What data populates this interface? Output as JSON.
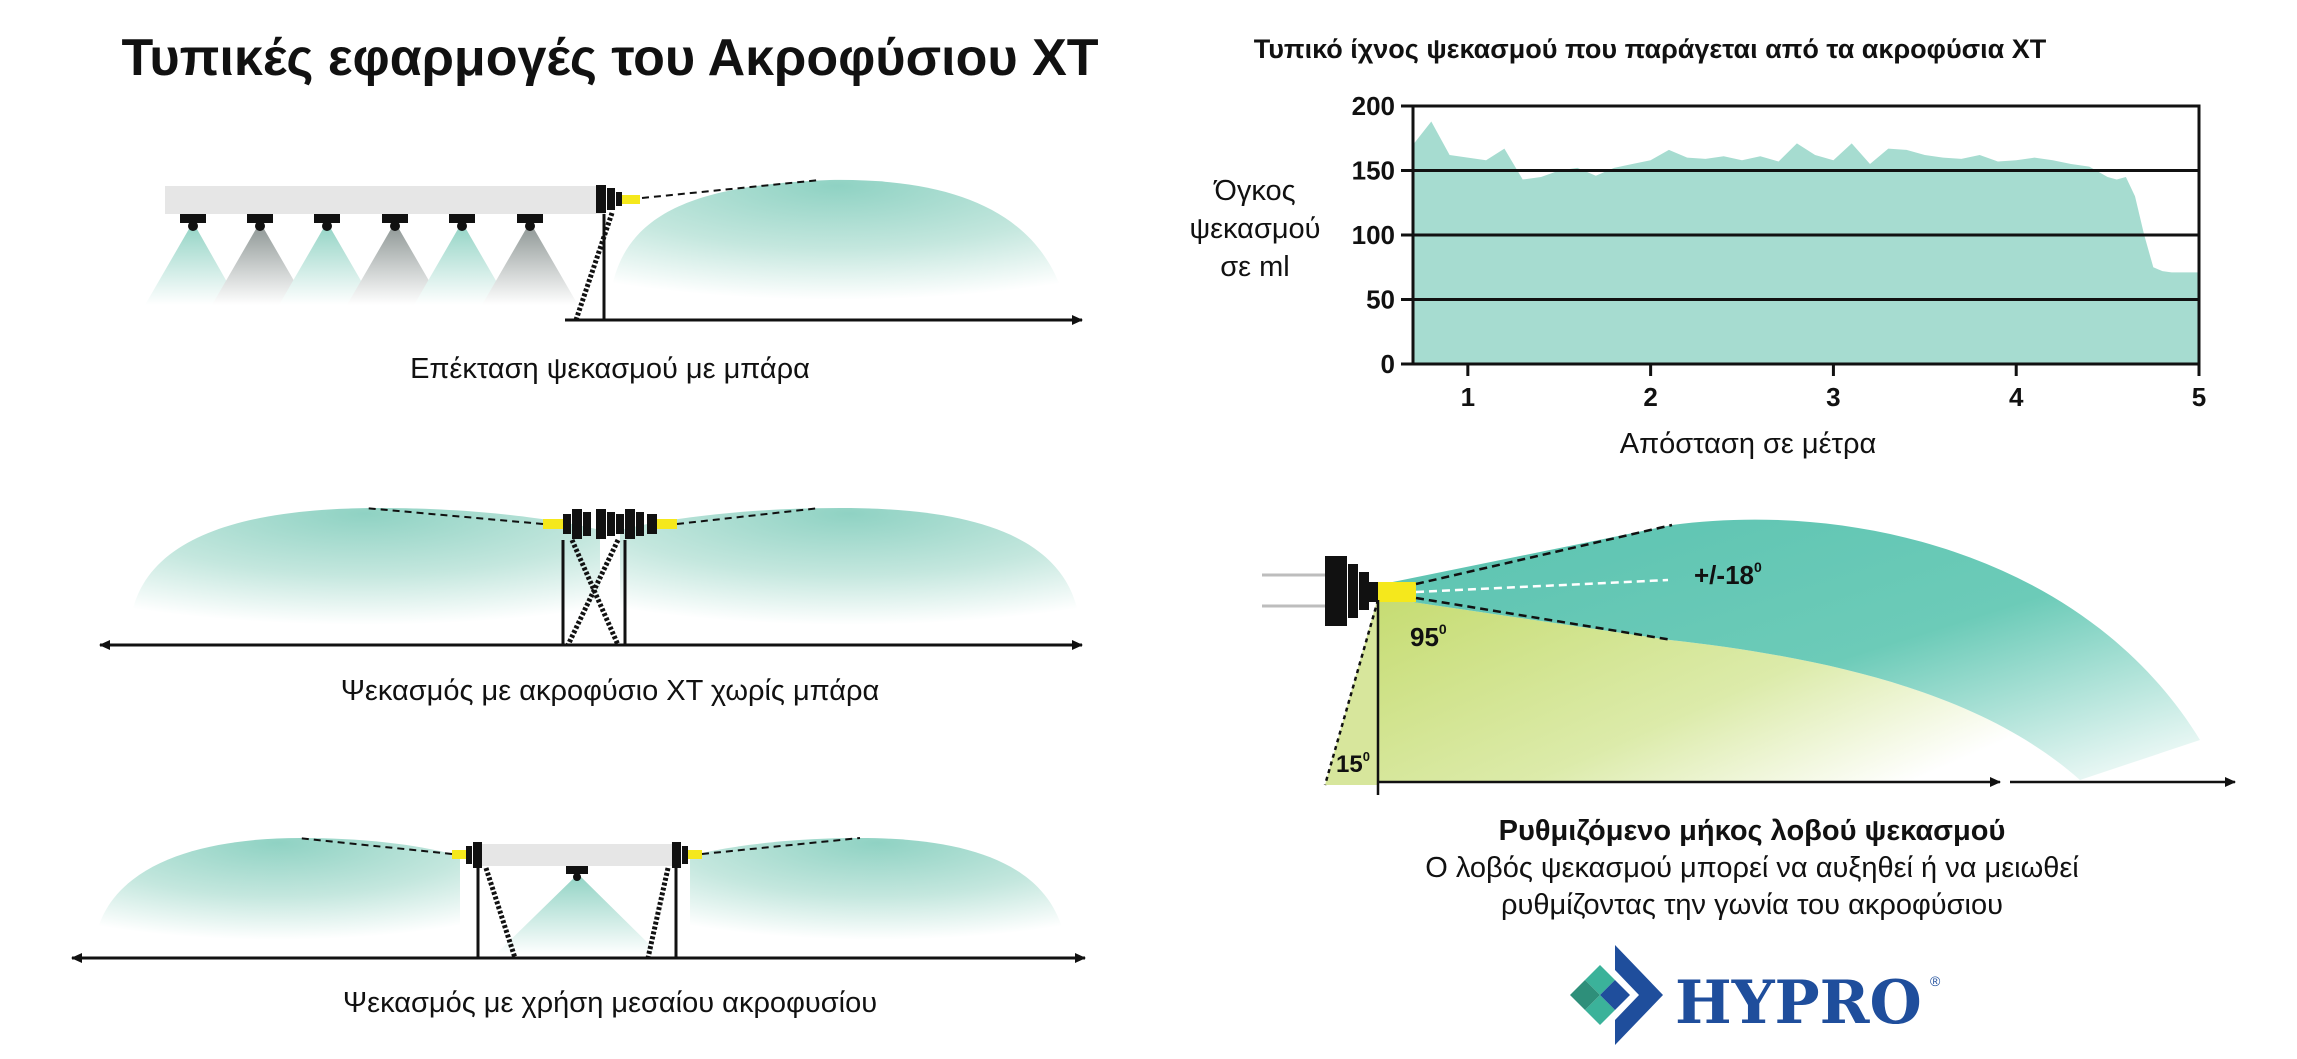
{
  "page_title": "Τυπικές εφαρμογές του Ακροφύσιου XT",
  "panels": {
    "boom_extension": {
      "caption": "Επέκταση ψεκασμού με μπάρα"
    },
    "boomless": {
      "caption": "Ψεκασμός με ακροφύσιο XT χωρίς μπάρα"
    },
    "center_nozzle": {
      "caption": "Ψεκασμός με χρήση μεσαίου ακροφυσίου"
    }
  },
  "chart_data": {
    "type": "area",
    "title": "Τυπικό ίχνος ψεκασμού που παράγεται από τα ακροφύσια XT",
    "xlabel": "Απόσταση σε μέτρα",
    "ylabel": [
      "Όγκος",
      "ψεκασμού",
      "σε ml"
    ],
    "x_ticks": [
      "1",
      "2",
      "3",
      "4",
      "5"
    ],
    "y_ticks": [
      "0",
      "50",
      "100",
      "150",
      "200"
    ],
    "xlim": [
      0.7,
      5.0
    ],
    "ylim": [
      0,
      200
    ],
    "grid_lines_y": [
      50,
      100,
      150
    ],
    "fill_color": "#a6dcd0",
    "x": [
      0.7,
      0.8,
      0.9,
      1.0,
      1.1,
      1.2,
      1.3,
      1.4,
      1.5,
      1.6,
      1.7,
      1.8,
      1.9,
      2.0,
      2.1,
      2.2,
      2.3,
      2.4,
      2.5,
      2.6,
      2.7,
      2.8,
      2.9,
      3.0,
      3.1,
      3.2,
      3.3,
      3.4,
      3.5,
      3.6,
      3.7,
      3.8,
      3.9,
      4.0,
      4.1,
      4.2,
      4.3,
      4.4,
      4.5,
      4.55,
      4.6,
      4.65,
      4.7,
      4.75,
      4.8,
      4.85,
      4.9,
      5.0
    ],
    "values": [
      170,
      188,
      162,
      160,
      158,
      167,
      143,
      145,
      150,
      152,
      146,
      152,
      155,
      158,
      166,
      160,
      159,
      161,
      158,
      161,
      157,
      171,
      162,
      158,
      171,
      155,
      167,
      166,
      162,
      160,
      159,
      162,
      157,
      158,
      160,
      158,
      155,
      153,
      145,
      143,
      145,
      130,
      100,
      75,
      72,
      71,
      71,
      71
    ]
  },
  "lobe_diagram": {
    "angle_lobe_label": "+/-18",
    "angle_spray_label": "95",
    "angle_tilt_label": "15",
    "degree_symbol": "0",
    "caption_title": "Ρυθμιζόμενο μήκος λοβού ψεκασμού",
    "caption_line1": "Ο λοβός ψεκασμού μπορεί να αυξηθεί ή να μειωθεί",
    "caption_line2": "ρυθμίζοντας την γωνία του ακροφύσιου"
  },
  "logo": {
    "text": "HYPRO",
    "registered": "®",
    "color": "#1f4e9c"
  },
  "colors": {
    "spray_teal": "#8fd2c3",
    "spray_green": "#c8e07a",
    "nozzle_tip": "#f5e81c",
    "boom_gray": "#e6e6e6"
  }
}
